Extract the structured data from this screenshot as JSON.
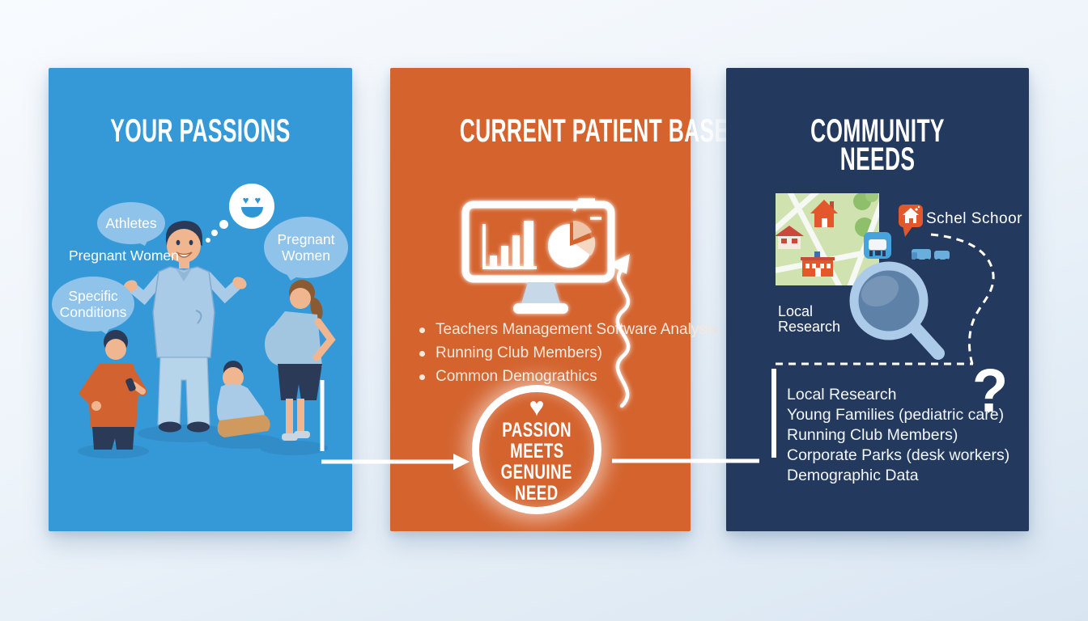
{
  "left_panel": {
    "title": "YOUR PASSIONS",
    "bubble_athletes": "Athletes",
    "label_pregnant_women": "Pregnant Women",
    "bubble_specific_conditions": "Specific Conditions",
    "bubble_pregnant_women": "Pregnant Women"
  },
  "middle_panel": {
    "title": "CURRENT PATIENT BASE",
    "bullets": [
      "Teachers Management Software Analysis",
      "Running Club Members)",
      "Common Demograthics"
    ],
    "badge_lines": [
      "PASSION",
      "MEETS",
      "GENUINE",
      "NEED"
    ]
  },
  "right_panel": {
    "title_lines": [
      "COMMUNITY",
      "NEEDS"
    ],
    "map_pin_label": "Schel Schoor",
    "map_caption_lines": [
      "Local",
      "Research"
    ],
    "list": [
      "Local Research",
      "Young Families (pediatric care)",
      "Running Club Members)",
      "Corporate Parks (desk workers)",
      "Demographic Data"
    ],
    "question_mark": "?"
  },
  "icons": {
    "heart": "♥"
  },
  "colors": {
    "left_bg": "#3599d8",
    "middle_bg": "#d4632e",
    "right_bg": "#24395e",
    "bubble_bg": "#8fc3ea",
    "text_white": "#ffffff"
  }
}
